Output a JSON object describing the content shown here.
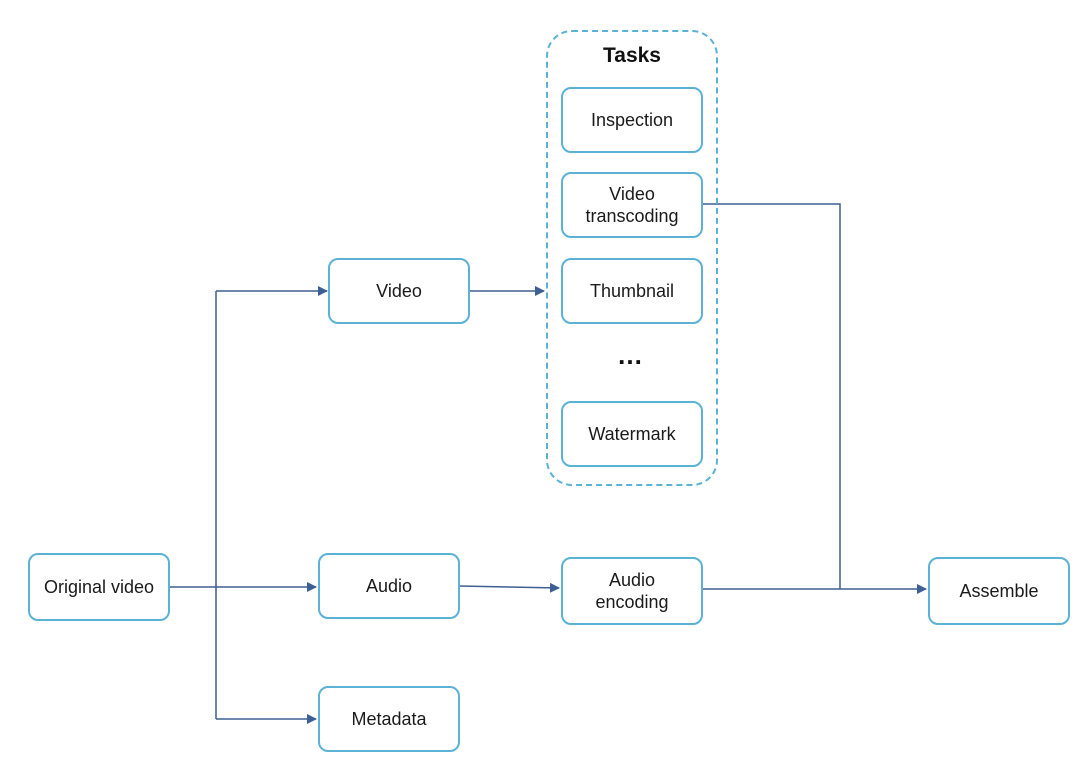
{
  "diagram": {
    "group": {
      "title": "Tasks",
      "ellipsis": "…"
    },
    "nodes": {
      "original_video": "Original video",
      "video": "Video",
      "audio": "Audio",
      "metadata": "Metadata",
      "inspection": "Inspection",
      "video_transcoding": "Video\ntranscoding",
      "thumbnail": "Thumbnail",
      "watermark": "Watermark",
      "audio_encoding": "Audio\nencoding",
      "assemble": "Assemble"
    },
    "colors": {
      "node_border": "#5bb2d6",
      "connector": "#3d5f93"
    }
  }
}
